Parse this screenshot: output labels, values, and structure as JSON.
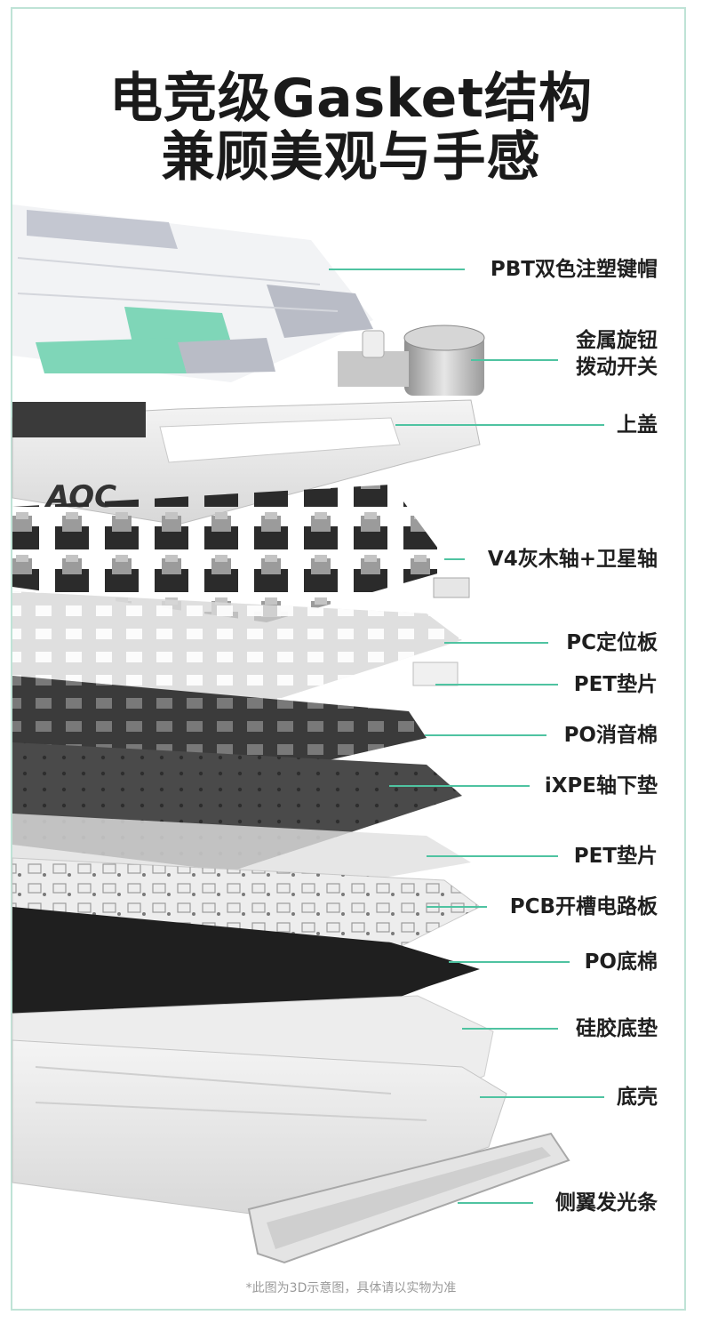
{
  "headline": {
    "line1": "电竞级Gasket结构",
    "line2": "兼顾美观与手感"
  },
  "brand": "AOC",
  "layers": [
    {
      "label": "PBT双色注塑键帽"
    },
    {
      "label": "金属旋钮",
      "label2": "拨动开关"
    },
    {
      "label": "上盖"
    },
    {
      "label": "V4灰木轴+卫星轴"
    },
    {
      "label": "PC定位板"
    },
    {
      "label": "PET垫片"
    },
    {
      "label": "PO消音棉"
    },
    {
      "label": "iXPE轴下垫"
    },
    {
      "label": "PET垫片"
    },
    {
      "label": "PCB开槽电路板"
    },
    {
      "label": "PO底棉"
    },
    {
      "label": "硅胶底垫"
    },
    {
      "label": "底壳"
    },
    {
      "label": "侧翼发光条"
    }
  ],
  "footnote": "*此图为3D示意图，具体请以实物为准",
  "colors": {
    "accent": "#4fc3a1",
    "frame": "#bfe3d6",
    "mint_key": "#7fd6b8",
    "gray_key": "#b9bcc6",
    "white_key": "#f2f3f5"
  }
}
